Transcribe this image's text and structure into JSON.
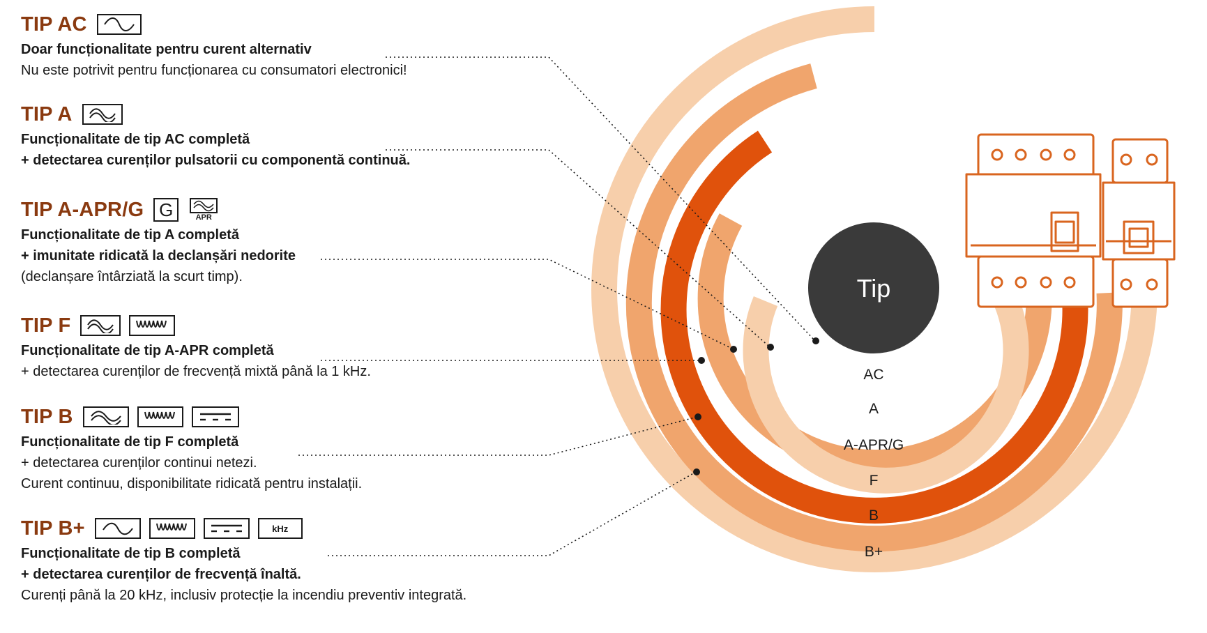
{
  "center_label": "Tip",
  "ring_labels": [
    "AC",
    "A",
    "A-APR/G",
    "F",
    "B",
    "B+"
  ],
  "colors": {
    "title": "#8a3a10",
    "ring_light": "#f7cfab",
    "ring_mid": "#f0a56d",
    "ring_dark": "#e0520c",
    "center": "#3a3a3a",
    "device_outline": "#d9651f"
  },
  "types": [
    {
      "title": "TIP AC",
      "symbols": [
        "ac-wave-icon"
      ],
      "lines": [
        {
          "text": "Doar funcționalitate pentru curent alternativ",
          "bold": true
        },
        {
          "text": "Nu este potrivit pentru funcționarea cu consumatori electronici!",
          "bold": false
        }
      ]
    },
    {
      "title": "TIP A",
      "symbols": [
        "pulsating-dc-icon"
      ],
      "lines": [
        {
          "text": "Funcționalitate de tip AC completă",
          "bold": true
        },
        {
          "text": "+ detectarea curenților pulsatorii cu componentă continuă.",
          "bold": true
        }
      ]
    },
    {
      "title": "TIP A-APR/G",
      "symbols": [
        "g-letter-icon",
        "apr-icon"
      ],
      "symbol_text": {
        "g": "G",
        "apr": "APR"
      },
      "lines": [
        {
          "text": "Funcționalitate de tip A completă",
          "bold": true
        },
        {
          "text": "+ imunitate ridicată la declanșări nedorite",
          "bold": true
        },
        {
          "text": "(declanșare întârziată la scurt timp).",
          "bold": false
        }
      ]
    },
    {
      "title": "TIP F",
      "symbols": [
        "pulsating-dc-icon",
        "mixed-frequency-icon"
      ],
      "lines": [
        {
          "text": "Funcționalitate de tip A-APR completă",
          "bold": true
        },
        {
          "text": "+ detectarea curenților de frecvență mixtă până la 1 kHz.",
          "bold": false
        }
      ]
    },
    {
      "title": "TIP B",
      "symbols": [
        "pulsating-dc-icon",
        "mixed-frequency-icon",
        "smooth-dc-icon"
      ],
      "lines": [
        {
          "text": "Funcționalitate de tip F completă",
          "bold": true
        },
        {
          "text": "+ detectarea curenților continui netezi.",
          "bold": false
        },
        {
          "text": "Curent continuu, disponibilitate ridicată pentru instalații.",
          "bold": false
        }
      ]
    },
    {
      "title": "TIP B+",
      "symbols": [
        "ac-wave-icon",
        "mixed-frequency-icon",
        "smooth-dc-icon",
        "khz-icon"
      ],
      "symbol_text": {
        "khz": "kHz"
      },
      "lines": [
        {
          "text": "Funcționalitate de tip B completă",
          "bold": true
        },
        {
          "text": "+ detectarea curenților de frecvență înaltă.",
          "bold": true
        },
        {
          "text": "Curenți până la 20 kHz, inclusiv protecție la incendiu preventiv integrată.",
          "bold": false
        }
      ]
    }
  ]
}
